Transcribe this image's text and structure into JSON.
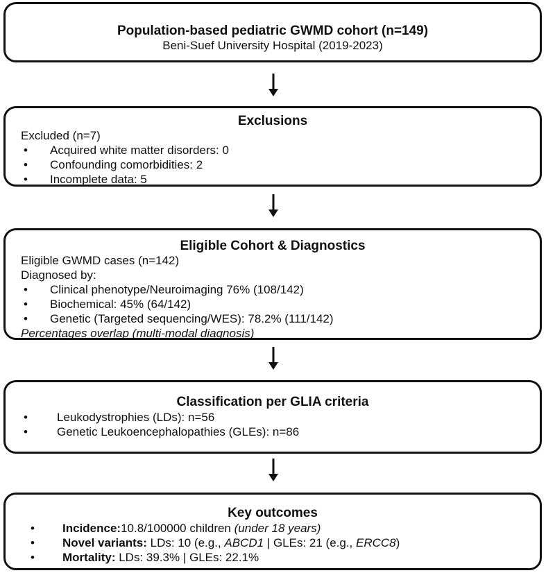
{
  "box1": {
    "title": "Population-based pediatric GWMD cohort (n=149)",
    "subtitle": "Beni-Suef University Hospital (2019-2023)"
  },
  "box2": {
    "title": "Exclusions",
    "lead": "Excluded (n=7)",
    "items": [
      "Acquired white matter disorders: 0",
      "Confounding comorbidities: 2",
      "Incomplete data: 5"
    ]
  },
  "box3": {
    "title": "Eligible Cohort & Diagnostics",
    "lead1": "Eligible GWMD cases (n=142)",
    "lead2": "Diagnosed by:",
    "items": [
      "Clinical phenotype/Neuroimaging 76% (108/142)",
      "Biochemical: 45% (64/142)",
      "Genetic (Targeted sequencing/WES): 78.2% (111/142)"
    ],
    "note": "Percentages overlap (multi-modal diagnosis)"
  },
  "box4": {
    "title": "Classification per GLIA criteria",
    "items": [
      "Leukodystrophies (LDs): n=56",
      "Genetic Leukoencephalopathies (GLEs): n=86"
    ]
  },
  "box5": {
    "title": "Key outcomes",
    "incidence": {
      "label": "Incidence:",
      "value": "10.8/100000 children ",
      "note": "(under 18 years)"
    },
    "novel": {
      "label": "Novel variants:",
      "part1": " LDs: 10 (e.g., ",
      "gene1": "ABCD1",
      "part2": " | GLEs: 21 (e.g., ",
      "gene2": "ERCC8",
      "part3": ")"
    },
    "mortality": {
      "label": "Mortality:",
      "value": " LDs: 39.3% | GLEs: 22.1%"
    }
  },
  "bullet_symbol": "•"
}
